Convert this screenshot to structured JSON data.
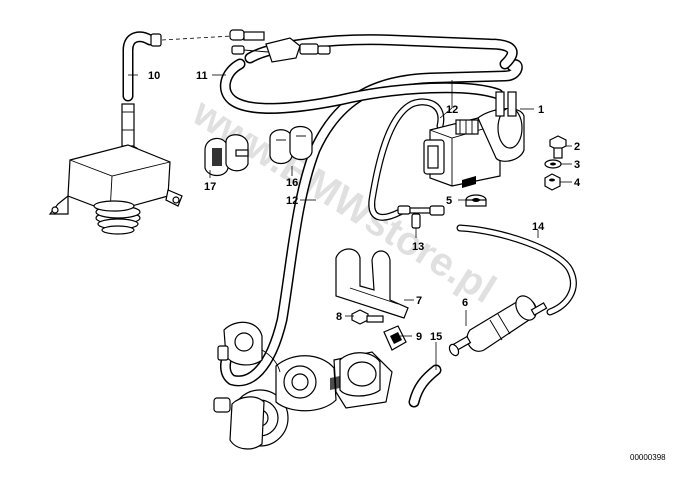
{
  "diagram": {
    "reference_number": "00000398",
    "watermark": "www.BMWstore.pl",
    "callouts": [
      "1",
      "2",
      "3",
      "4",
      "5",
      "6",
      "7",
      "8",
      "9",
      "10",
      "11",
      "12",
      "12",
      "13",
      "14",
      "15",
      "16",
      "17"
    ]
  }
}
